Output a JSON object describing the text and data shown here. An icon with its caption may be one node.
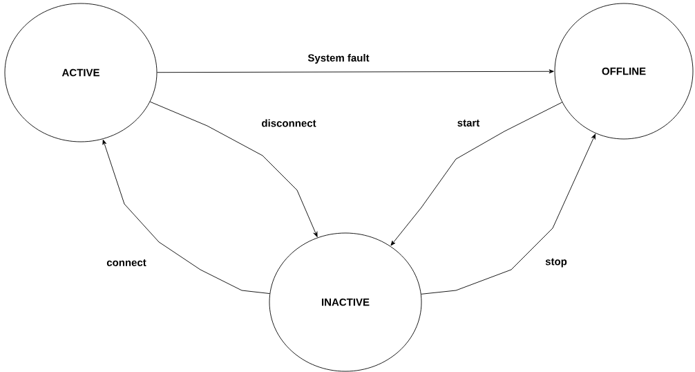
{
  "diagram": {
    "nodes": [
      {
        "text": [
          "ACTIVE"
        ]
      },
      {
        "text": [
          "OFFLINE"
        ]
      },
      {
        "text": [
          "INACTIVE"
        ]
      }
    ],
    "edges": [
      {
        "from": 0,
        "to": 1,
        "arrow": "to",
        "label": "System fault"
      },
      {
        "from": 0,
        "to": 2,
        "arrow": "to",
        "label": "disconnect"
      },
      {
        "from": 1,
        "to": 2,
        "arrow": "to",
        "label": "start"
      },
      {
        "from": 2,
        "to": 0,
        "arrow": "to",
        "label": "connect"
      },
      {
        "from": 2,
        "to": 1,
        "arrow": "to",
        "label": "stop"
      }
    ]
  }
}
